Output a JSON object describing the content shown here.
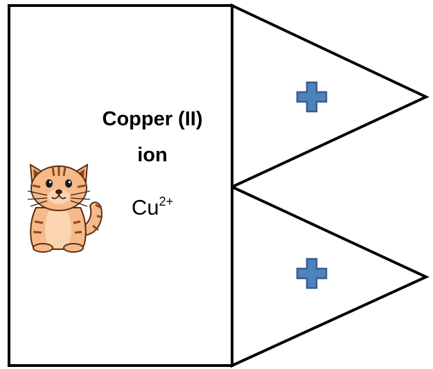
{
  "card": {
    "name_line_1": "Copper (II)",
    "name_line_2": "ion",
    "formula": {
      "symbol": "Cu",
      "charge": "2+"
    },
    "mascot_icon": "cartoon-cat-icon"
  },
  "tabs": [
    {
      "icon": "plus-icon"
    },
    {
      "icon": "plus-icon"
    }
  ],
  "colors": {
    "outline": "#000000",
    "plus_fill": "#4f81bd",
    "plus_stroke": "#385d8a",
    "cat_fill": "#f5b98a",
    "cat_stripes": "#8b4a1c"
  }
}
